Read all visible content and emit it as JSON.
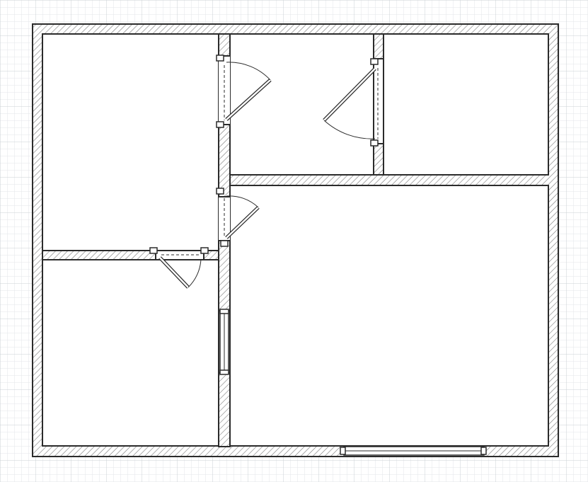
{
  "diagram": {
    "kind": "floor-plan",
    "rooms": [
      {
        "id": "room-top-left"
      },
      {
        "id": "room-top-middle"
      },
      {
        "id": "room-top-right"
      },
      {
        "id": "room-bottom-left"
      },
      {
        "id": "room-large-right"
      }
    ],
    "doors": [
      {
        "id": "door-top-middle-room"
      },
      {
        "id": "door-top-right-room"
      },
      {
        "id": "door-hall-to-large-room"
      },
      {
        "id": "door-bottom-left-room"
      }
    ],
    "windows": [
      {
        "id": "window-interior-wall"
      },
      {
        "id": "window-bottom-wall"
      }
    ],
    "colors": {
      "background": "#ffffff",
      "grid_minor": "#e3e6ea",
      "grid_major": "#cbd0d6",
      "wall_line": "#2b2b2b",
      "wall_hatch": "#7a7a7a",
      "room_fill": "#ffffff"
    }
  }
}
